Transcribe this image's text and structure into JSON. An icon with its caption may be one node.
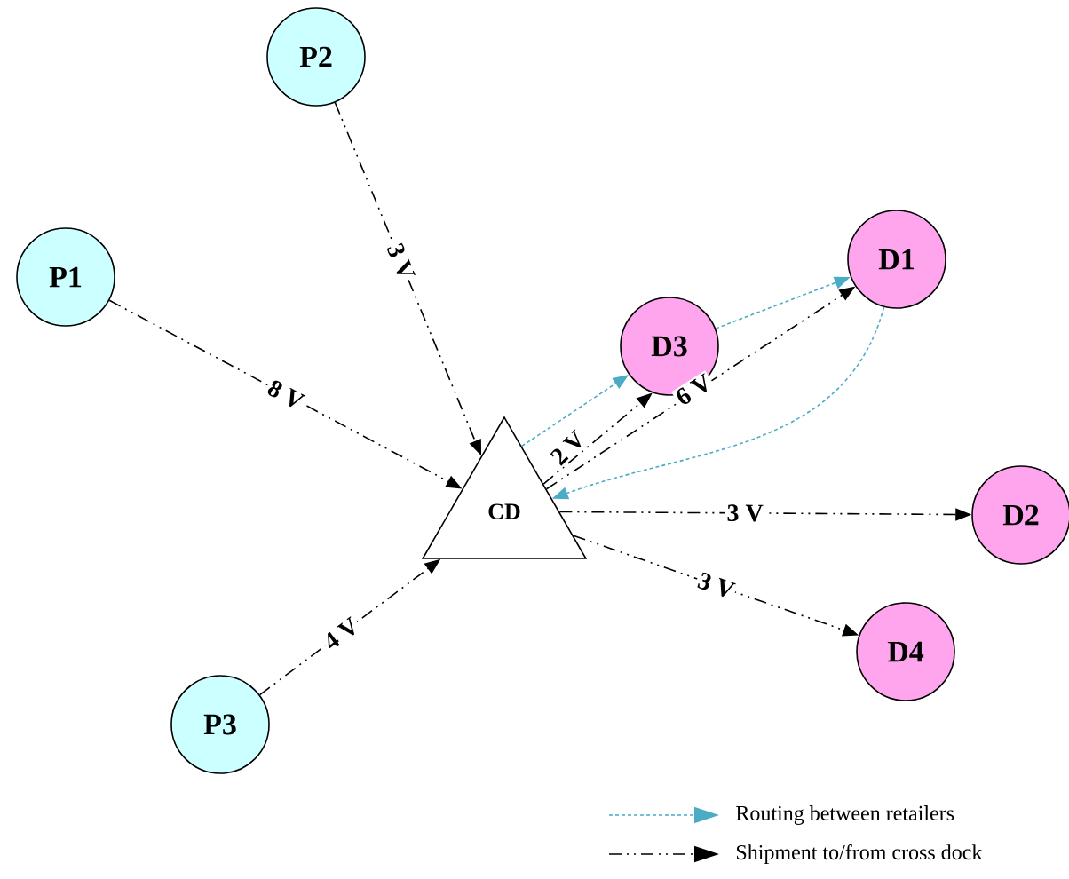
{
  "diagram": {
    "nodes": [
      {
        "text": [
          "P2"
        ]
      },
      {
        "text": [
          "P1"
        ]
      },
      {
        "text": [
          "D1"
        ]
      },
      {
        "text": [
          "D3"
        ]
      },
      {
        "text": [
          "CD"
        ]
      },
      {
        "text": [
          "D2"
        ]
      },
      {
        "text": [
          "D4"
        ]
      },
      {
        "text": [
          "P3"
        ]
      }
    ],
    "edges": [
      {
        "from": 0,
        "to": 4,
        "arrow": "to",
        "label": "3 V"
      },
      {
        "from": 1,
        "to": 4,
        "arrow": "to",
        "label": "8 V"
      },
      {
        "from": 7,
        "to": 4,
        "arrow": "to",
        "label": "4 V"
      },
      {
        "from": 4,
        "to": 3,
        "arrow": "to",
        "label": "2 V"
      },
      {
        "from": 4,
        "to": 2,
        "arrow": "to",
        "label": "6 V"
      },
      {
        "from": 4,
        "to": 5,
        "arrow": "to",
        "label": "3 V"
      },
      {
        "from": 4,
        "to": 6,
        "arrow": "to",
        "label": "3 V"
      },
      {
        "from": 4,
        "to": 3,
        "arrow": "to",
        "style": "dashed",
        "color": "#4bacc6"
      },
      {
        "from": 3,
        "to": 2,
        "arrow": "to",
        "style": "dashed",
        "color": "#4bacc6"
      },
      {
        "from": 2,
        "to": 4,
        "arrow": "to",
        "style": "dashed",
        "color": "#4bacc6"
      }
    ],
    "legend": [
      {
        "text": "Routing between retailers"
      },
      {
        "text": "Shipment to/from cross dock"
      }
    ]
  }
}
